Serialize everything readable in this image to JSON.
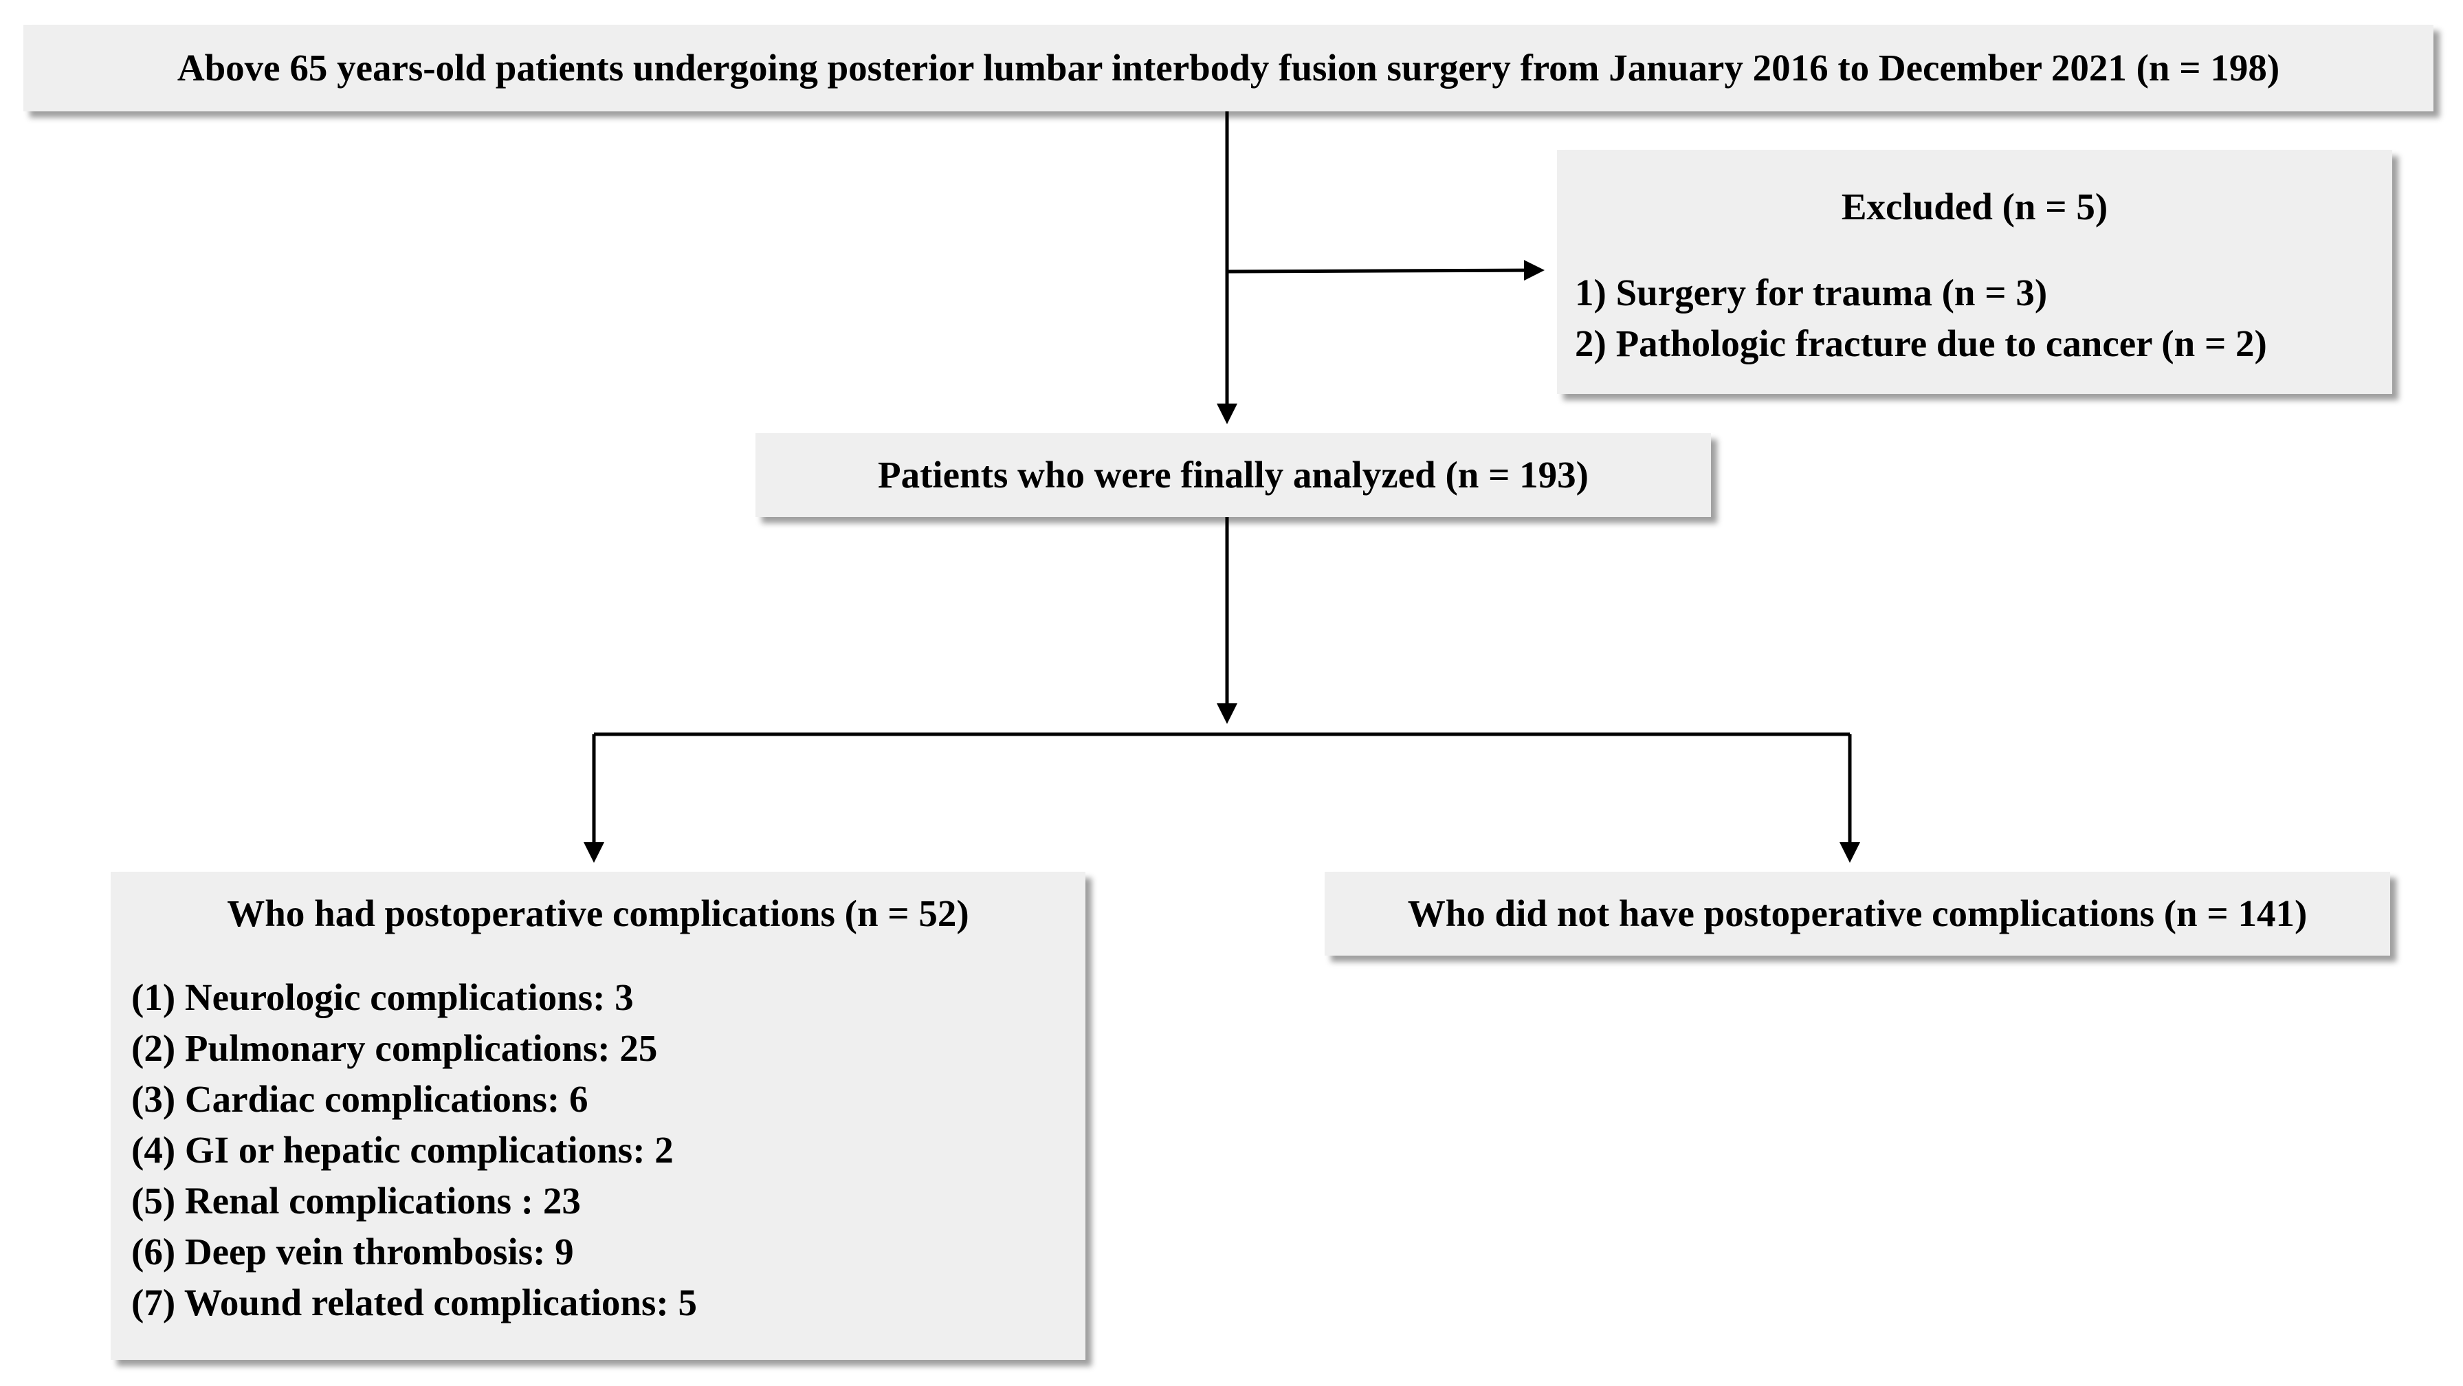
{
  "top_box": {
    "text": "Above 65 years-old patients undergoing posterior lumbar interbody fusion surgery from January 2016 to December 2021 (n = 198)"
  },
  "excluded_box": {
    "title": "Excluded (n = 5)",
    "items": [
      "1)  Surgery for trauma (n = 3)",
      "2)  Pathologic fracture due to cancer (n = 2)"
    ]
  },
  "analyzed_box": {
    "text": "Patients who were finally analyzed (n = 193)"
  },
  "complications_box": {
    "title": "Who had postoperative complications (n = 52)",
    "items": [
      "(1) Neurologic complications: 3",
      "(2) Pulmonary complications: 25",
      "(3) Cardiac complications: 6",
      "(4) GI or hepatic complications: 2",
      "(5) Renal complications : 23",
      "(6) Deep vein thrombosis: 9",
      "(7) Wound related complications: 5"
    ]
  },
  "no_complications_box": {
    "text": "Who did not have postoperative complications (n = 141)"
  }
}
